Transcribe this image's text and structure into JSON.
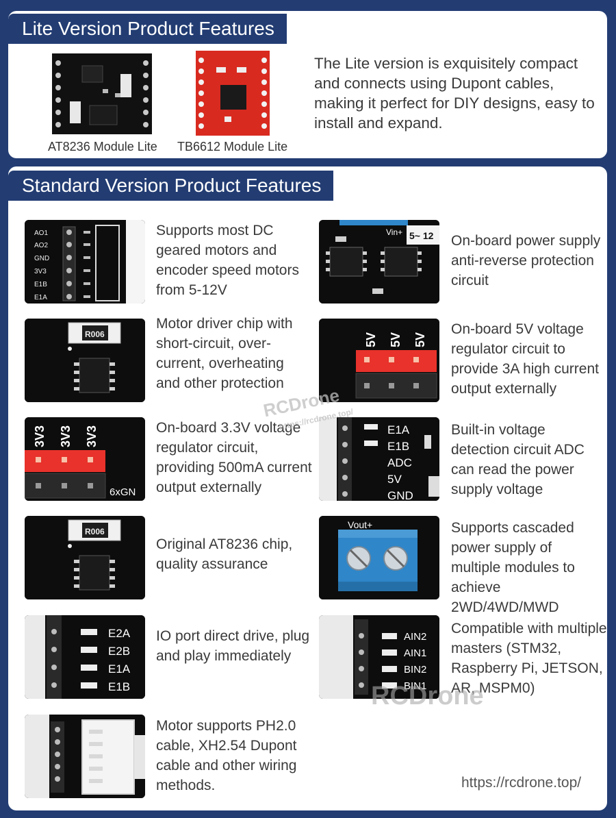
{
  "lite": {
    "title": "Lite Version Product Features",
    "modules": [
      {
        "caption": "AT8236 Module Lite"
      },
      {
        "caption": "TB6612 Module Lite"
      }
    ],
    "description": "The Lite version is exquisitely compact and connects using Dupont cables, making it perfect for DIY designs, easy to install and expand."
  },
  "standard": {
    "title": "Standard Version Product Features",
    "features": [
      {
        "text": "Supports most DC geared motors and encoder speed motors from 5-12V",
        "image_labels": [
          "AO1",
          "AO2",
          "GND",
          "3V3",
          "E1B",
          "E1A"
        ]
      },
      {
        "text": "On-board power supply anti-reverse protection circuit",
        "image_labels": [
          "Vin+",
          "5~ 12"
        ]
      },
      {
        "text": "Motor driver chip with short-circuit, over-current, overheating and other protection",
        "image_labels": [
          "R006"
        ]
      },
      {
        "text": "On-board 5V voltage regulator circuit to provide 3A high current output externally",
        "image_labels": [
          "5V",
          "5V",
          "5V"
        ]
      },
      {
        "text": "On-board 3.3V voltage regulator circuit, providing 500mA current output externally",
        "image_labels": [
          "3V3",
          "3V3",
          "3V3",
          "6xGN"
        ]
      },
      {
        "text": "Built-in voltage detection circuit ADC can read the power supply voltage",
        "image_labels": [
          "E1A",
          "E1B",
          "ADC",
          "5V",
          "GND"
        ]
      },
      {
        "text": "Original AT8236 chip, quality assurance",
        "image_labels": [
          "R006"
        ]
      },
      {
        "text": "Supports cascaded power supply of multiple modules to achieve 2WD/4WD/MWD",
        "image_labels": [
          "Vout+"
        ]
      },
      {
        "text": "IO port direct drive, plug and play immediately",
        "image_labels": [
          "E2A",
          "E2B",
          "E1A",
          "E1B"
        ]
      },
      {
        "text": "Compatible with multiple masters (STM32, Raspberry Pi, JETSON, AR, MSPM0)",
        "image_labels": [
          "AIN2",
          "AIN1",
          "BIN2",
          "BIN1"
        ]
      },
      {
        "text": "Motor supports PH2.0 cable, XH2.54 Dupont cable and other wiring methods.",
        "image_labels": []
      }
    ]
  },
  "watermark": {
    "brand": "RCDrone",
    "url_small": "https://rcdrone.top/",
    "brand_large": "RCDrone"
  },
  "site_url": "https://rcdrone.top/",
  "colors": {
    "frame": "#233d73",
    "panel": "#ffffff",
    "text": "#3a3a3a",
    "pcb_black": "#0c0c0c",
    "pcb_red": "#d92a20",
    "terminal_blue": "#2f86c8",
    "header_red": "#e8322b"
  }
}
